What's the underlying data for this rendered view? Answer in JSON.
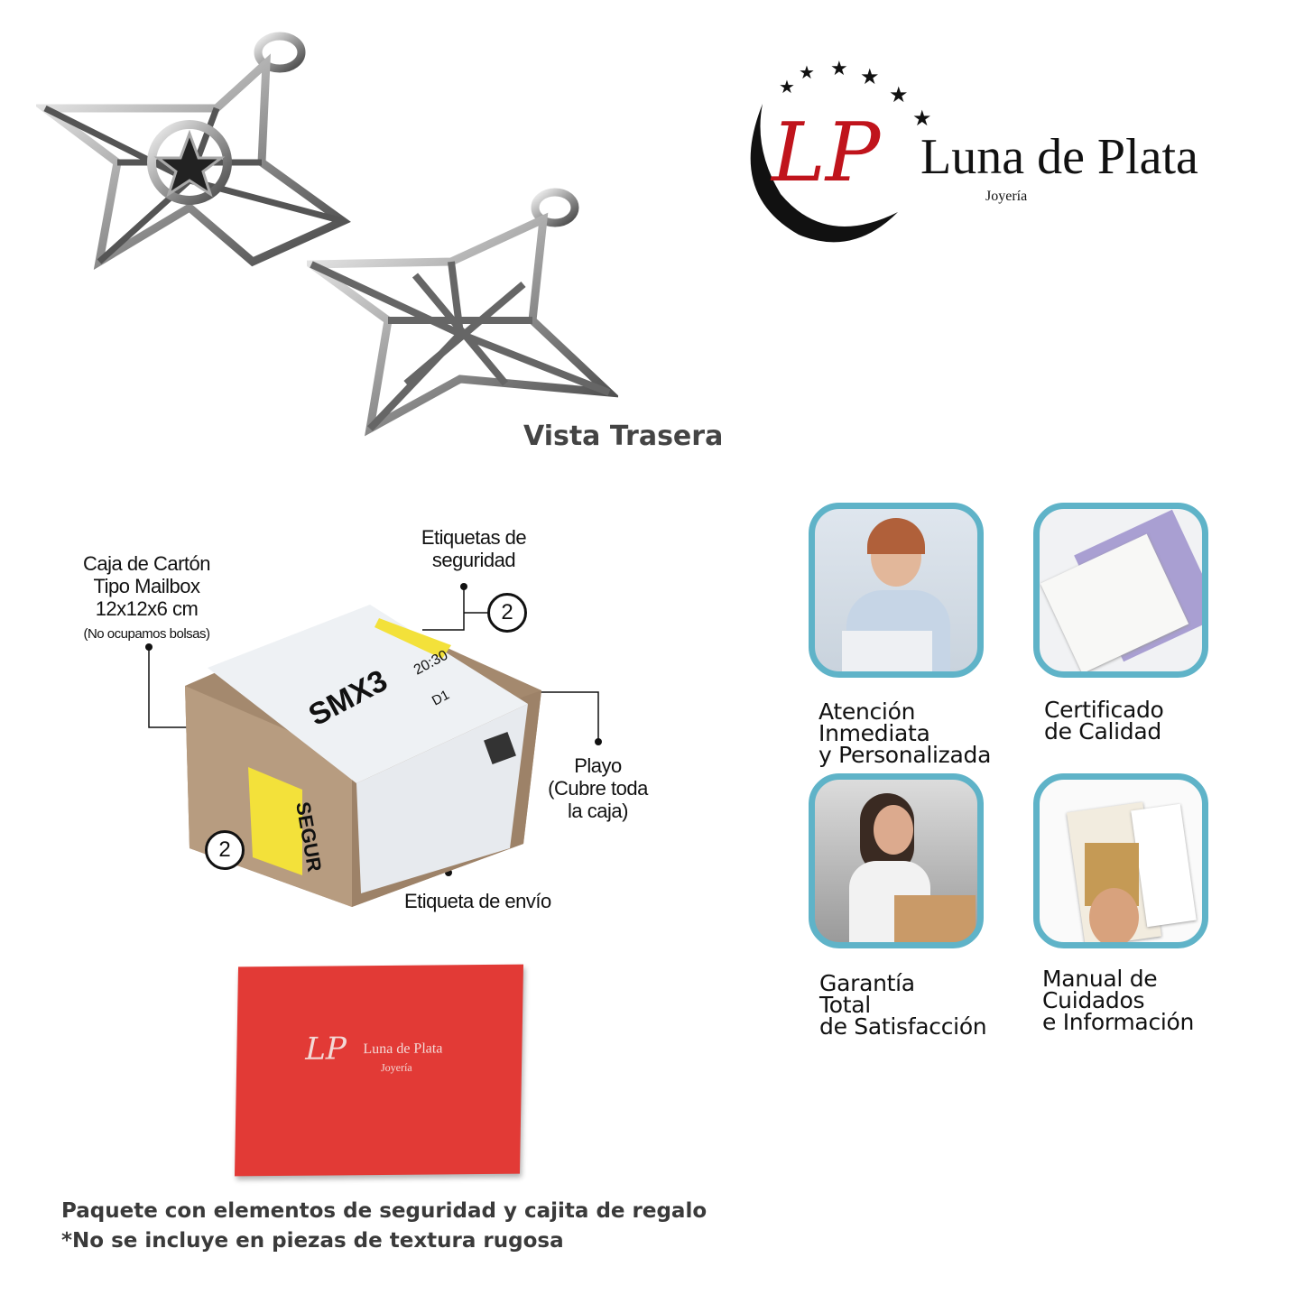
{
  "brand": {
    "name": "Luna de Plata",
    "subtitle": "Joyería",
    "initials": "LP",
    "colors": {
      "red": "#c0141c",
      "black": "#111111",
      "teal": "#5fb3c8",
      "giftbox": "#e23a36"
    }
  },
  "pendants": {
    "back_view_label": "Vista Trasera"
  },
  "package": {
    "box_label_lines": [
      "Caja de Cartón",
      "Tipo Mailbox",
      "12x12x6 cm"
    ],
    "box_note": "(No ocupamos bolsas)",
    "security_labels_lines": [
      "Etiquetas de",
      "seguridad"
    ],
    "security_count_top": "2",
    "security_count_side": "2",
    "wrap_lines": [
      "Playo",
      "(Cubre toda",
      "la caja)"
    ],
    "shipping_label": "Etiqueta de envío",
    "box_print": {
      "code": "SMX3",
      "time": "20:30",
      "route": "D1",
      "seguro": "SEGUR"
    }
  },
  "features": [
    {
      "lines": [
        "Atención",
        "Inmediata",
        "y Personalizada"
      ],
      "icon": "support-agent-photo"
    },
    {
      "lines": [
        "Certificado",
        "de Calidad"
      ],
      "icon": "certificate-photo"
    },
    {
      "lines": [
        "Garantía",
        "Total",
        "de Satisfacción"
      ],
      "icon": "happy-customer-photo"
    },
    {
      "lines": [
        "Manual de",
        "Cuidados",
        "e Información"
      ],
      "icon": "care-manual-photo"
    }
  ],
  "footer": {
    "line1": "Paquete con elementos de seguridad y cajita de regalo",
    "line2": "*No se incluye en piezas de textura rugosa"
  }
}
